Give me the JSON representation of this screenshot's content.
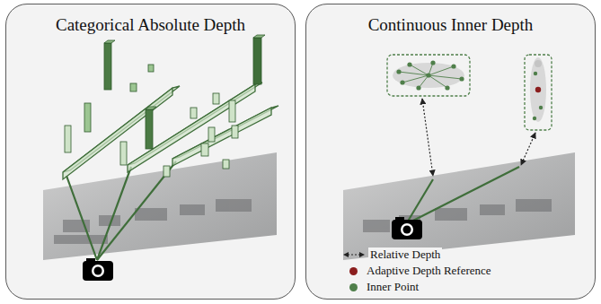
{
  "diagram": {
    "nodes": [
      {
        "text": [
          "Categorical Absolute Depth"
        ]
      },
      {
        "text": [
          "Continuous Inner Depth"
        ]
      }
    ],
    "legend": [
      {
        "text": "Relative Depth"
      },
      {
        "text": "Adaptive Depth Reference",
        "color": "#8b1e1e"
      },
      {
        "text": "Inner Point",
        "color": "#4f7f4a"
      }
    ]
  }
}
